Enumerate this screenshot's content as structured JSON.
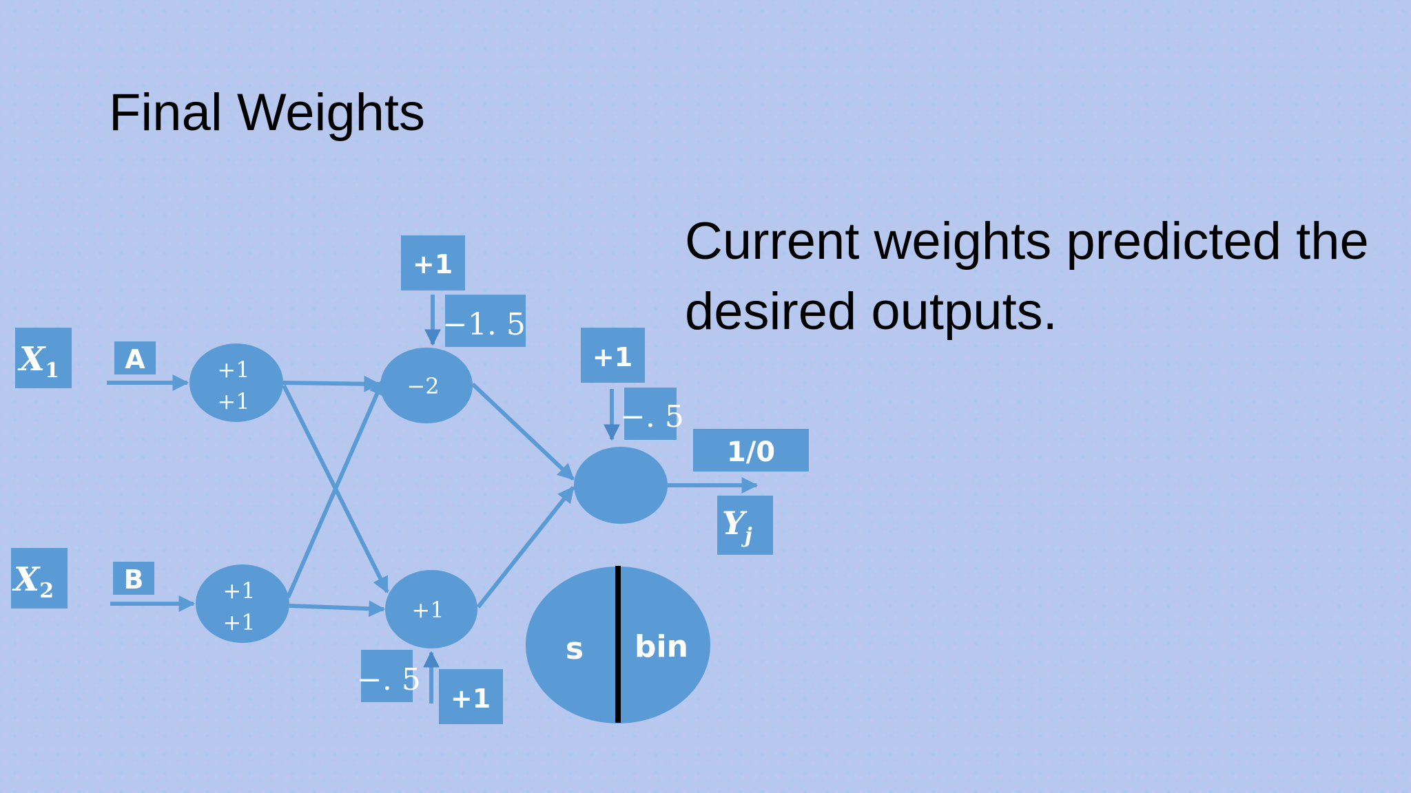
{
  "slide": {
    "title": "Final Weights",
    "note": "Current weights predicted the desired outputs."
  },
  "diagram": {
    "inputs": {
      "x1_var": "X",
      "x1_sub": "1",
      "x2_var": "X",
      "x2_sub": "2"
    },
    "input_labels": {
      "a": "A",
      "b": "B"
    },
    "hidden_a": {
      "w1": "+1",
      "w2": "+1"
    },
    "hidden_b": {
      "w1": "+1",
      "w2": "+1"
    },
    "top_node": {
      "value": "−2",
      "bias_input": "+1",
      "bias_weight": "−1. 5"
    },
    "bottom_node": {
      "value": "+1",
      "bias_input": "+1",
      "bias_weight": "−. 5"
    },
    "output_node": {
      "bias_input": "+1",
      "bias_weight": "−. 5"
    },
    "output": {
      "value": "1/0",
      "var": "Y",
      "sub": "j"
    },
    "legend": {
      "left": "s",
      "right": "bin"
    }
  },
  "colors": {
    "accent": "#5b9bd5",
    "text": "#000000",
    "label": "#ffffff"
  }
}
